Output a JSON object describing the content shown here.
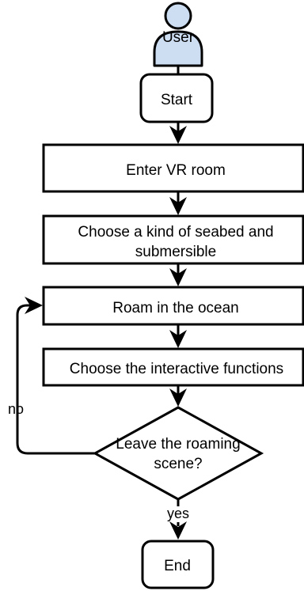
{
  "diagram": {
    "actor": {
      "label": "User",
      "fill": "#cdddf2",
      "stroke": "#000000"
    },
    "nodes": {
      "start": {
        "label": "Start"
      },
      "enter_vr": {
        "label": "Enter VR room"
      },
      "choose_seabed": {
        "line1": "Choose a kind of seabed and",
        "line2": "submersible"
      },
      "roam": {
        "label": "Roam in the ocean"
      },
      "interactive": {
        "label": "Choose the interactive functions"
      },
      "decision": {
        "line1": "Leave the roaming",
        "line2": "scene?"
      },
      "end": {
        "label": "End"
      }
    },
    "edges": {
      "yes_label": "yes",
      "no_label": "no"
    },
    "colors": {
      "stroke": "#000000",
      "background": "#ffffff",
      "actor_fill": "#cdddf2"
    }
  }
}
